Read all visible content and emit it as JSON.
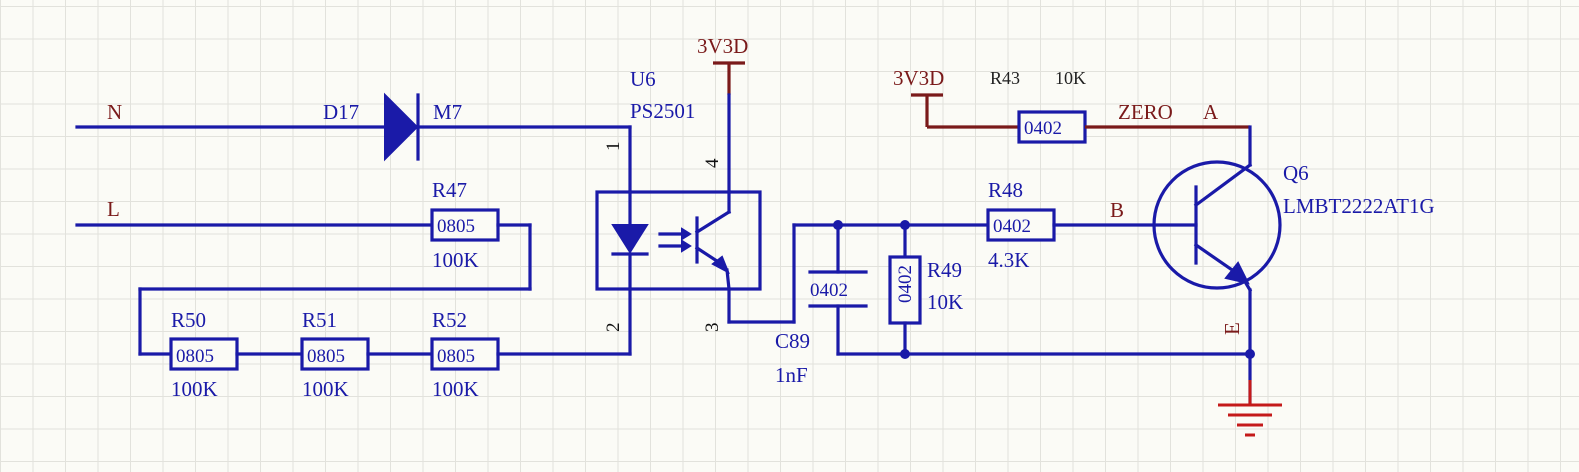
{
  "nets": {
    "n": "N",
    "l": "L",
    "zero": "ZERO",
    "b": "B"
  },
  "power": {
    "u6_supply": "3V3D",
    "r43_supply": "3V3D"
  },
  "components": {
    "d17": {
      "designator": "D17",
      "net": "M7"
    },
    "u6": {
      "designator": "U6",
      "part": "PS2501",
      "pins": [
        "1",
        "2",
        "3",
        "4"
      ]
    },
    "r47": {
      "designator": "R47",
      "package": "0805",
      "value": "100K"
    },
    "r50": {
      "designator": "R50",
      "package": "0805",
      "value": "100K"
    },
    "r51": {
      "designator": "R51",
      "package": "0805",
      "value": "100K"
    },
    "r52": {
      "designator": "R52",
      "package": "0805",
      "value": "100K"
    },
    "c89": {
      "designator": "C89",
      "package": "0402",
      "value": "1nF"
    },
    "r49": {
      "designator": "R49",
      "package": "0402",
      "value": "10K"
    },
    "r48": {
      "designator": "R48",
      "package": "0402",
      "value": "4.3K"
    },
    "r43": {
      "designator": "R43",
      "package": "0402",
      "value": "10K"
    },
    "q6": {
      "designator": "Q6",
      "part": "LMBT2222AT1G",
      "pin_c": "A",
      "pin_e": "E"
    }
  },
  "colors": {
    "wire": "#1a1aa8",
    "power_port": "#7a1a1a",
    "ground": "#c41a1a",
    "background": "#fbfbf6",
    "grid": "#e2e2dc"
  }
}
